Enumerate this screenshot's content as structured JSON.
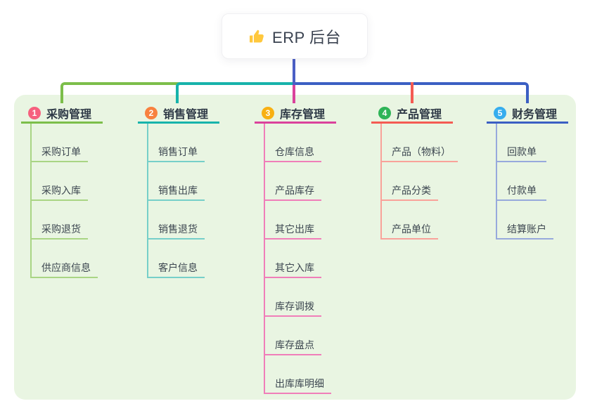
{
  "root": {
    "label": "ERP 后台",
    "icon": "thumbs-up-icon",
    "icon_color": "#FFC83D",
    "connector_color": "#4B5FC5"
  },
  "colors": {
    "panel_bg": "#E9F5E2"
  },
  "branches": [
    {
      "badge": "1",
      "title": "采购管理",
      "badge_color": "#F6607E",
      "line_color": "#7CBE4A",
      "sub_line_color": "#A9D584",
      "items": [
        "采购订单",
        "采购入库",
        "采购退货",
        "供应商信息"
      ]
    },
    {
      "badge": "2",
      "title": "销售管理",
      "badge_color": "#F8813F",
      "line_color": "#17B3AB",
      "sub_line_color": "#76CFC9",
      "items": [
        "销售订单",
        "销售出库",
        "销售退货",
        "客户信息"
      ]
    },
    {
      "badge": "3",
      "title": "库存管理",
      "badge_color": "#F8B013",
      "line_color": "#DA429C",
      "sub_line_color": "#F07EB9",
      "items": [
        "仓库信息",
        "产品库存",
        "其它出库",
        "其它入库",
        "库存调拨",
        "库存盘点",
        "出库库明细"
      ]
    },
    {
      "badge": "4",
      "title": "产品管理",
      "badge_color": "#2EB457",
      "line_color": "#F45B53",
      "sub_line_color": "#F9A29A",
      "items": [
        "产品（物料）",
        "产品分类",
        "产品单位"
      ]
    },
    {
      "badge": "5",
      "title": "财务管理",
      "badge_color": "#36ADEE",
      "line_color": "#3B5FC3",
      "sub_line_color": "#97A9DC",
      "items": [
        "回款单",
        "付款单",
        "结算账户"
      ]
    }
  ]
}
